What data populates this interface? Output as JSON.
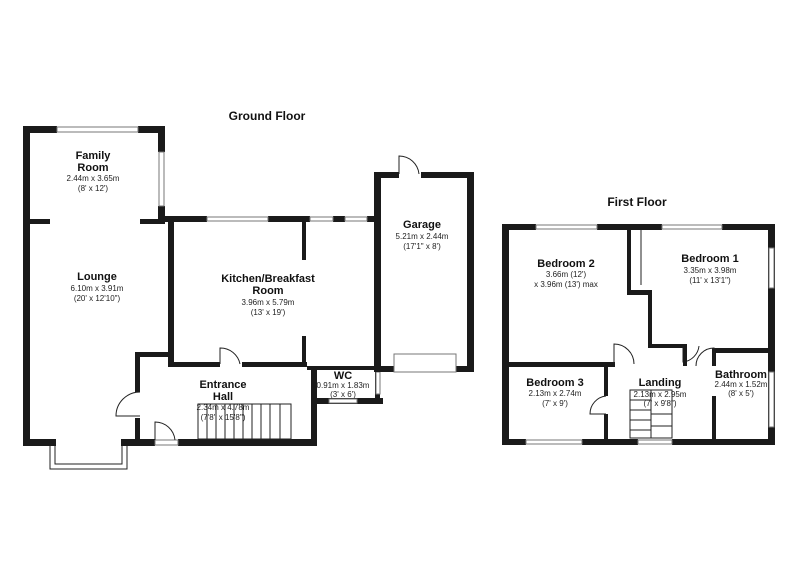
{
  "floors": {
    "ground": "Ground Floor",
    "first": "First Floor"
  },
  "rooms": {
    "family": {
      "name_1": "Family",
      "name_2": "Room",
      "dim_m": "2.44m x 3.65m",
      "dim_ft": "(8' x 12')"
    },
    "lounge": {
      "name": "Lounge",
      "dim_m": "6.10m x 3.91m",
      "dim_ft": "(20' x 12'10\")"
    },
    "kitchen": {
      "name_1": "Kitchen/Breakfast",
      "name_2": "Room",
      "dim_m": "3.96m x 5.79m",
      "dim_ft": "(13' x 19')"
    },
    "garage": {
      "name": "Garage",
      "dim_m": "5.21m x 2.44m",
      "dim_ft": "(17'1\" x 8')"
    },
    "entrance": {
      "name_1": "Entrance",
      "name_2": "Hall",
      "dim_m": "2.34m x 4.78m",
      "dim_ft": "(7'8\" x 15'8\")"
    },
    "wc": {
      "name": "WC",
      "dim_m": "0.91m x 1.83m",
      "dim_ft": "(3' x 6')"
    },
    "bedroom2": {
      "name": "Bedroom 2",
      "dim_m": "3.66m (12')",
      "dim_ft": "x 3.96m (13') max"
    },
    "bedroom1": {
      "name": "Bedroom 1",
      "dim_m": "3.35m x 3.98m",
      "dim_ft": "(11' x 13'1\")"
    },
    "bedroom3": {
      "name": "Bedroom 3",
      "dim_m": "2.13m x 2.74m",
      "dim_ft": "(7' x 9')"
    },
    "landing": {
      "name": "Landing",
      "dim_m": "2.13m x 2.95m",
      "dim_ft": "(7' x 9'8\")"
    },
    "bathroom": {
      "name": "Bathroom",
      "dim_m": "2.44m x 1.52m",
      "dim_ft": "(8' x 5')"
    }
  }
}
